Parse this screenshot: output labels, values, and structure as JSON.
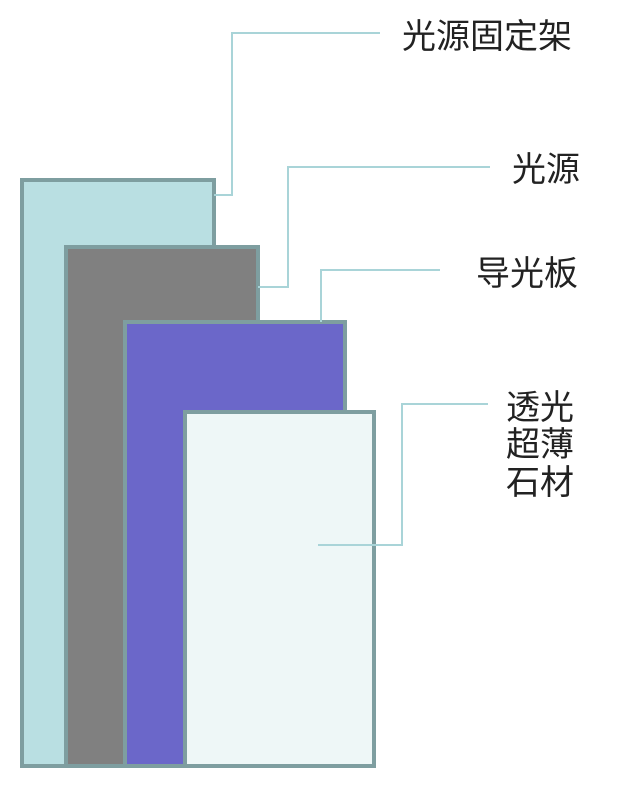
{
  "diagram": {
    "layers": [
      {
        "id": "bracket",
        "label": "光源固定架",
        "fill": "#b9dfe2"
      },
      {
        "id": "light-source",
        "label": "光源",
        "fill": "#808080"
      },
      {
        "id": "light-guide",
        "label": "导光板",
        "fill": "#6b67c9"
      },
      {
        "id": "stone",
        "label_lines": [
          "透光",
          "超薄",
          "石材"
        ],
        "fill": "#eef7f7"
      }
    ],
    "border_color": "#7e9ea0",
    "leader_color": "#a9d4d8"
  }
}
